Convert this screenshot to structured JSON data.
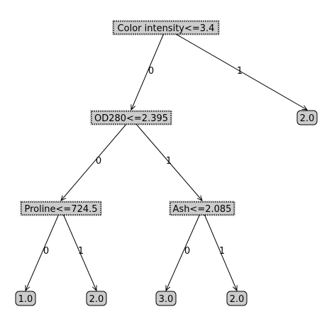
{
  "tree": {
    "nodes": [
      {
        "id": "n0",
        "kind": "split",
        "text": "Color intensity<=3.4"
      },
      {
        "id": "n1",
        "kind": "split",
        "text": "OD280<=2.395"
      },
      {
        "id": "n2",
        "kind": "leaf",
        "text": "2.0"
      },
      {
        "id": "n3",
        "kind": "split",
        "text": "Proline<=724.5"
      },
      {
        "id": "n4",
        "kind": "split",
        "text": "Ash<=2.085"
      },
      {
        "id": "n5",
        "kind": "leaf",
        "text": "1.0"
      },
      {
        "id": "n6",
        "kind": "leaf",
        "text": "2.0"
      },
      {
        "id": "n7",
        "kind": "leaf",
        "text": "3.0"
      },
      {
        "id": "n8",
        "kind": "leaf",
        "text": "2.0"
      }
    ],
    "edges": [
      {
        "from": "n0",
        "to": "n1",
        "label": "0"
      },
      {
        "from": "n0",
        "to": "n2",
        "label": "1"
      },
      {
        "from": "n1",
        "to": "n3",
        "label": "0"
      },
      {
        "from": "n1",
        "to": "n4",
        "label": "1"
      },
      {
        "from": "n3",
        "to": "n5",
        "label": "0"
      },
      {
        "from": "n3",
        "to": "n6",
        "label": "1"
      },
      {
        "from": "n4",
        "to": "n7",
        "label": "0"
      },
      {
        "from": "n4",
        "to": "n8",
        "label": "1"
      }
    ]
  },
  "colors": {
    "node_fill": "#cccccc",
    "edge": "#000000",
    "background": "#ffffff"
  }
}
